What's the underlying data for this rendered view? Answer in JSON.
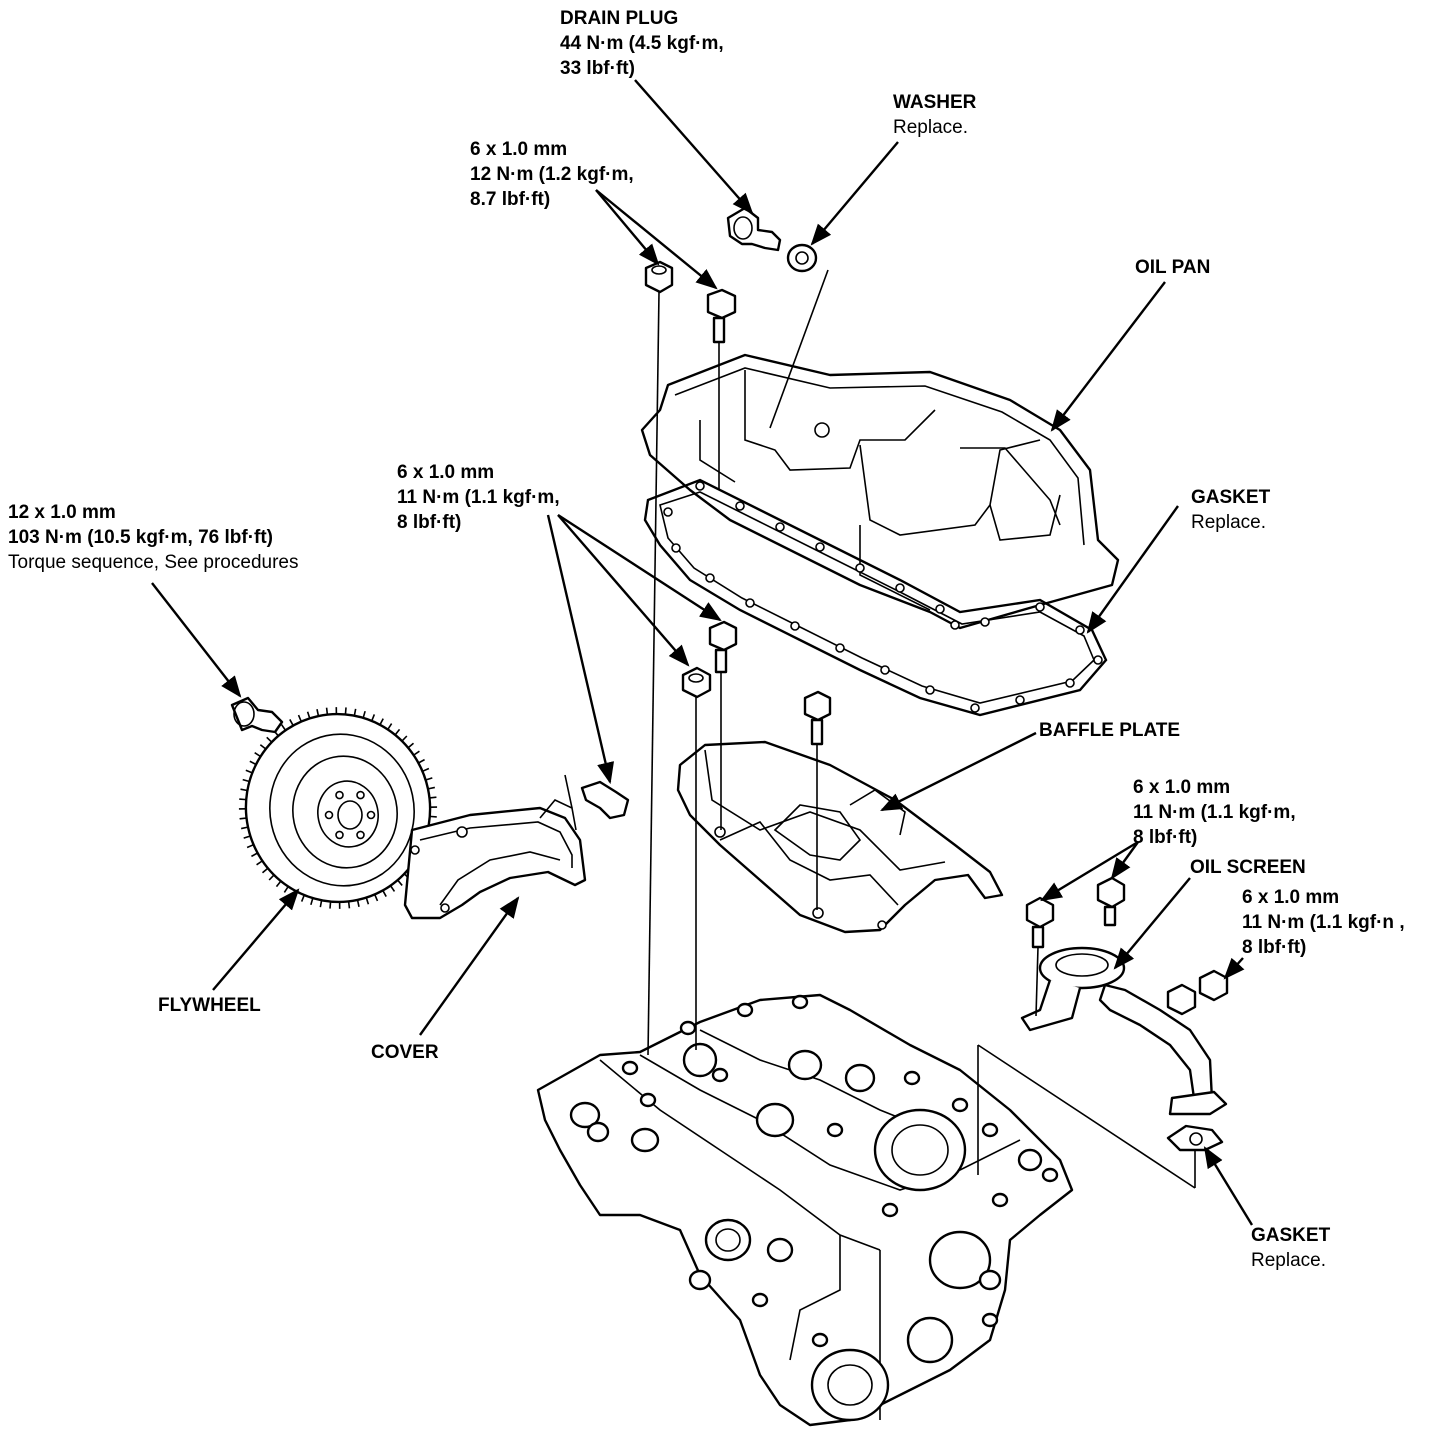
{
  "callouts": {
    "drain_plug": {
      "l1": "DRAIN PLUG",
      "l2": "44 N·m (4.5 kgf·m,",
      "l3": "33 lbf·ft)"
    },
    "washer": {
      "l1": "WASHER",
      "l2": "Replace."
    },
    "bolt_top": {
      "l1": "6 x 1.0 mm",
      "l2": "12 N·m (1.2 kgf·m,",
      "l3": "8.7 lbf·ft)"
    },
    "oil_pan": {
      "l1": "OIL PAN"
    },
    "bolt_mid": {
      "l1": "6 x 1.0 mm",
      "l2": "11 N·m (1.1 kgf·m,",
      "l3": "8 lbf·ft)"
    },
    "flywheel_bolt": {
      "l1": "12 x 1.0 mm",
      "l2": "103 N·m (10.5 kgf·m, 76 lbf·ft)",
      "l3": "Torque sequence, See procedures"
    },
    "gasket_pan": {
      "l1": "GASKET",
      "l2": "Replace."
    },
    "baffle_plate": {
      "l1": "BAFFLE PLATE"
    },
    "bolt_right": {
      "l1": "6 x 1.0 mm",
      "l2": "11 N·m (1.1 kgf·m,",
      "l3": "8 lbf·ft)"
    },
    "oil_screen": {
      "l1": "OIL SCREEN"
    },
    "nut_right": {
      "l1": "6 x 1.0 mm",
      "l2": "11 N·m (1.1 kgf·n ,",
      "l3": "8 lbf·ft)"
    },
    "flywheel": {
      "l1": "FLYWHEEL"
    },
    "cover": {
      "l1": "COVER"
    },
    "gasket_screen": {
      "l1": "GASKET",
      "l2": "Replace."
    }
  }
}
